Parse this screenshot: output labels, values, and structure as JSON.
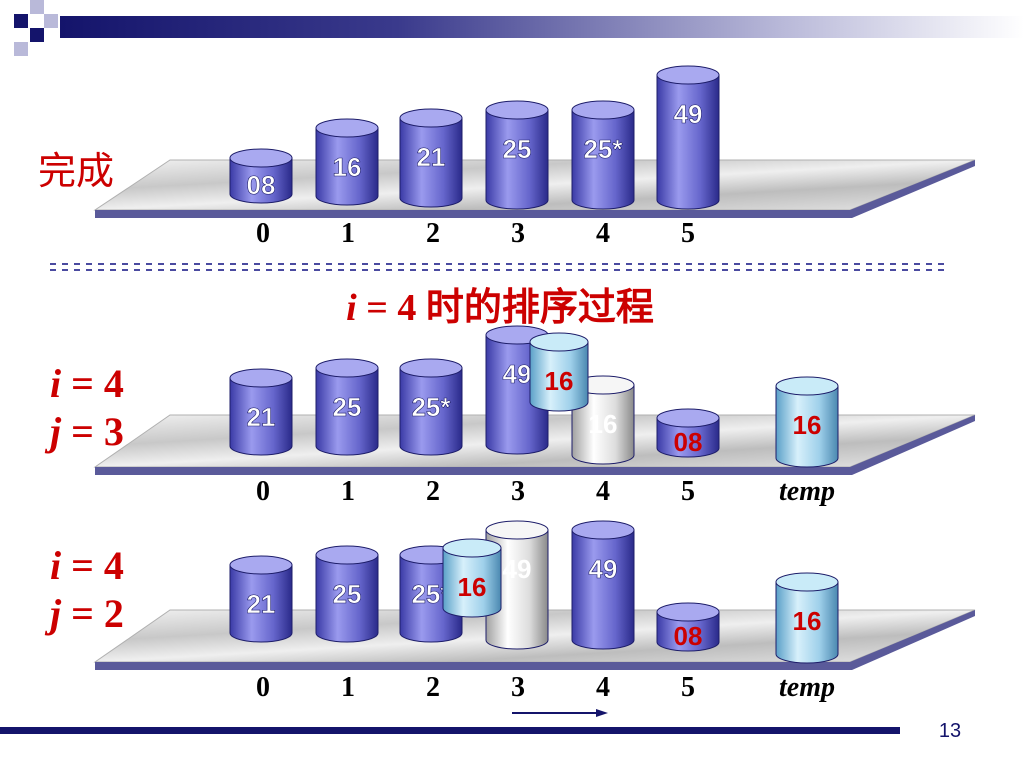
{
  "slide": {
    "number": "13"
  },
  "done": {
    "label": "完成"
  },
  "section": {
    "title_var": "i",
    "title_rest": " = 4 时的排序过程"
  },
  "rows": [
    {
      "name": "done",
      "cylinders": [
        {
          "value": "08",
          "style": "blue"
        },
        {
          "value": "16",
          "style": "blue"
        },
        {
          "value": "21",
          "style": "blue"
        },
        {
          "value": "25",
          "style": "blue"
        },
        {
          "value": "25*",
          "style": "blue"
        },
        {
          "value": "49",
          "style": "blue"
        }
      ],
      "indices": [
        "0",
        "1",
        "2",
        "3",
        "4",
        "5"
      ]
    },
    {
      "name": "step-j3",
      "i_label": "i",
      "i_val": " = 4",
      "j_label": "j",
      "j_val": " = 3",
      "cylinders": [
        {
          "value": "21",
          "style": "blue"
        },
        {
          "value": "25",
          "style": "blue"
        },
        {
          "value": "25*",
          "style": "blue"
        },
        {
          "value": "49",
          "style": "blue"
        },
        {
          "value": "16",
          "style": "ghost"
        },
        {
          "value": "08",
          "style": "blue-red"
        },
        {
          "value": "16",
          "style": "light"
        },
        {
          "value": "16",
          "style": "light-float"
        }
      ],
      "indices": [
        "0",
        "1",
        "2",
        "3",
        "4",
        "5"
      ],
      "temp_label": "temp"
    },
    {
      "name": "step-j2",
      "i_label": "i",
      "i_val": " = 4",
      "j_label": "j",
      "j_val": " = 2",
      "cylinders": [
        {
          "value": "21",
          "style": "blue"
        },
        {
          "value": "25",
          "style": "blue"
        },
        {
          "value": "25*",
          "style": "blue"
        },
        {
          "value": "49",
          "style": "ghost"
        },
        {
          "value": "49",
          "style": "blue"
        },
        {
          "value": "08",
          "style": "blue-red"
        },
        {
          "value": "16",
          "style": "light"
        },
        {
          "value": "16",
          "style": "light-float"
        }
      ],
      "indices": [
        "0",
        "1",
        "2",
        "3",
        "4",
        "5"
      ],
      "temp_label": "temp"
    }
  ],
  "colors": {
    "accent": "#cc0000",
    "navy": "#14146b",
    "cylinder_blue": "#6b6bd6",
    "cylinder_light": "#a8d8ef"
  }
}
